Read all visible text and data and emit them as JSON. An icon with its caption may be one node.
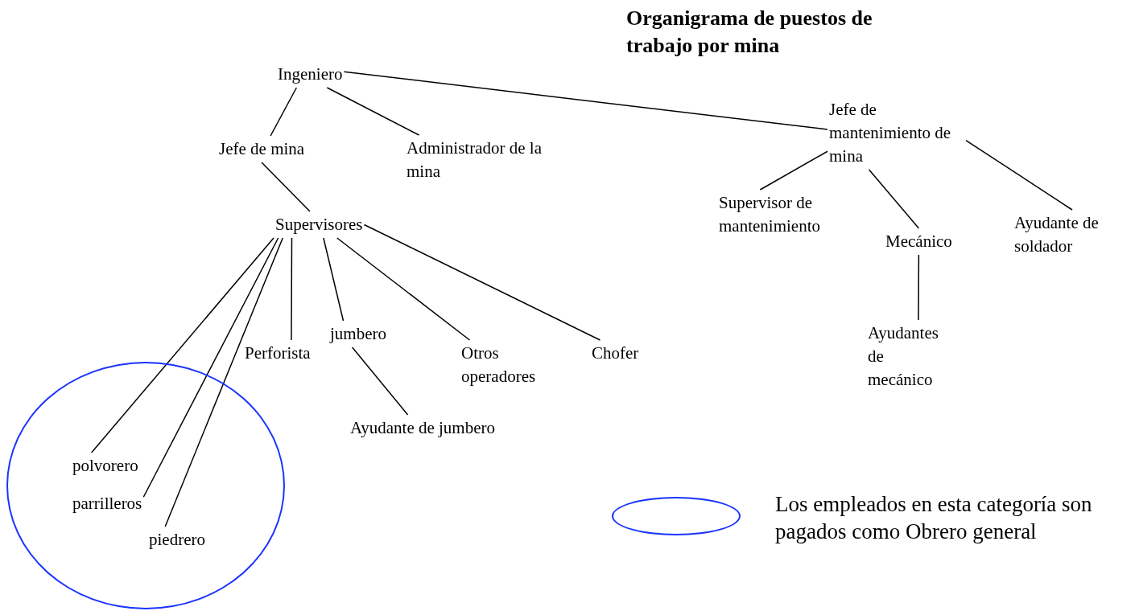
{
  "diagram": {
    "title": "Organigrama de puestos de trabajo por mina",
    "nodes": [
      {
        "text": [
          "Ingeniero"
        ]
      },
      {
        "text": [
          "Jefe de mina"
        ]
      },
      {
        "text": [
          "Administrador de la mina"
        ]
      },
      {
        "text": [
          "Jefe de mantenimiento de mina"
        ]
      },
      {
        "text": [
          "Supervisores"
        ]
      },
      {
        "text": [
          "Supervisor de mantenimiento"
        ]
      },
      {
        "text": [
          "Mecánico"
        ]
      },
      {
        "text": [
          "Ayudante de soldador"
        ]
      },
      {
        "text": [
          "Perforista"
        ]
      },
      {
        "text": [
          "jumbero"
        ]
      },
      {
        "text": [
          "Otros operadores"
        ]
      },
      {
        "text": [
          "Chofer"
        ]
      },
      {
        "text": [
          "Ayudante de jumbero"
        ]
      },
      {
        "text": [
          "Ayudantes de mecánico"
        ]
      },
      {
        "text": [],
        "shape": "ellipse"
      },
      {
        "text": [
          "polvorero"
        ],
        "in": 14
      },
      {
        "text": [
          "parrilleros"
        ],
        "in": 14
      },
      {
        "text": [
          "piedrero"
        ],
        "in": 14
      }
    ],
    "edges": [
      {
        "from": 0,
        "to": 1,
        "arrow": "none"
      },
      {
        "from": 0,
        "to": 2,
        "arrow": "none"
      },
      {
        "from": 0,
        "to": 3,
        "arrow": "none"
      },
      {
        "from": 1,
        "to": 4,
        "arrow": "none"
      },
      {
        "from": 3,
        "to": 5,
        "arrow": "none"
      },
      {
        "from": 3,
        "to": 6,
        "arrow": "none"
      },
      {
        "from": 3,
        "to": 7,
        "arrow": "none"
      },
      {
        "from": 6,
        "to": 13,
        "arrow": "none"
      },
      {
        "from": 4,
        "to": 8,
        "arrow": "none"
      },
      {
        "from": 4,
        "to": 9,
        "arrow": "none"
      },
      {
        "from": 4,
        "to": 10,
        "arrow": "none"
      },
      {
        "from": 4,
        "to": 11,
        "arrow": "none"
      },
      {
        "from": 9,
        "to": 12,
        "arrow": "none"
      },
      {
        "from": 4,
        "to": 15,
        "arrow": "none"
      },
      {
        "from": 4,
        "to": 16,
        "arrow": "none"
      },
      {
        "from": 4,
        "to": 17,
        "arrow": "none"
      }
    ],
    "legend": [
      {
        "text": "Los empleados en esta categoría son pagados como Obrero general"
      }
    ]
  }
}
